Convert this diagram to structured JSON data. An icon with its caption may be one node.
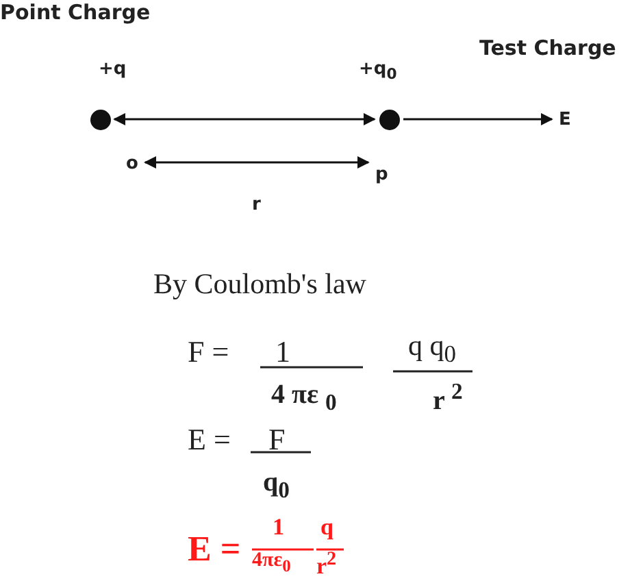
{
  "diagram": {
    "nodes": [
      {
        "text": [],
        "shape": "circle",
        "beside": [
          "+q"
        ]
      },
      {
        "text": [],
        "shape": "circle",
        "beside": [
          "+q$_{0}$"
        ]
      },
      {
        "text": [
          "E"
        ]
      },
      {
        "text": [
          "o"
        ]
      },
      {
        "text": [
          "p"
        ]
      }
    ],
    "edges": [
      {
        "from": 0,
        "to": 1,
        "arrow": "both"
      },
      {
        "from": 1,
        "to": 2,
        "arrow": "to"
      },
      {
        "from": 3,
        "to": 4,
        "arrow": "both"
      }
    ],
    "labels": [
      "Point Charge",
      "Test Charge",
      "r",
      "By Coulomb's law",
      "F =",
      "1",
      "4 πε $_{0}$",
      "q q$_{0}$",
      "r $^{2}$",
      "E =",
      "F",
      "q$_{0}$",
      "E =",
      "1",
      "4πε$_{0}$",
      "q",
      "r$^{2}$"
    ]
  }
}
